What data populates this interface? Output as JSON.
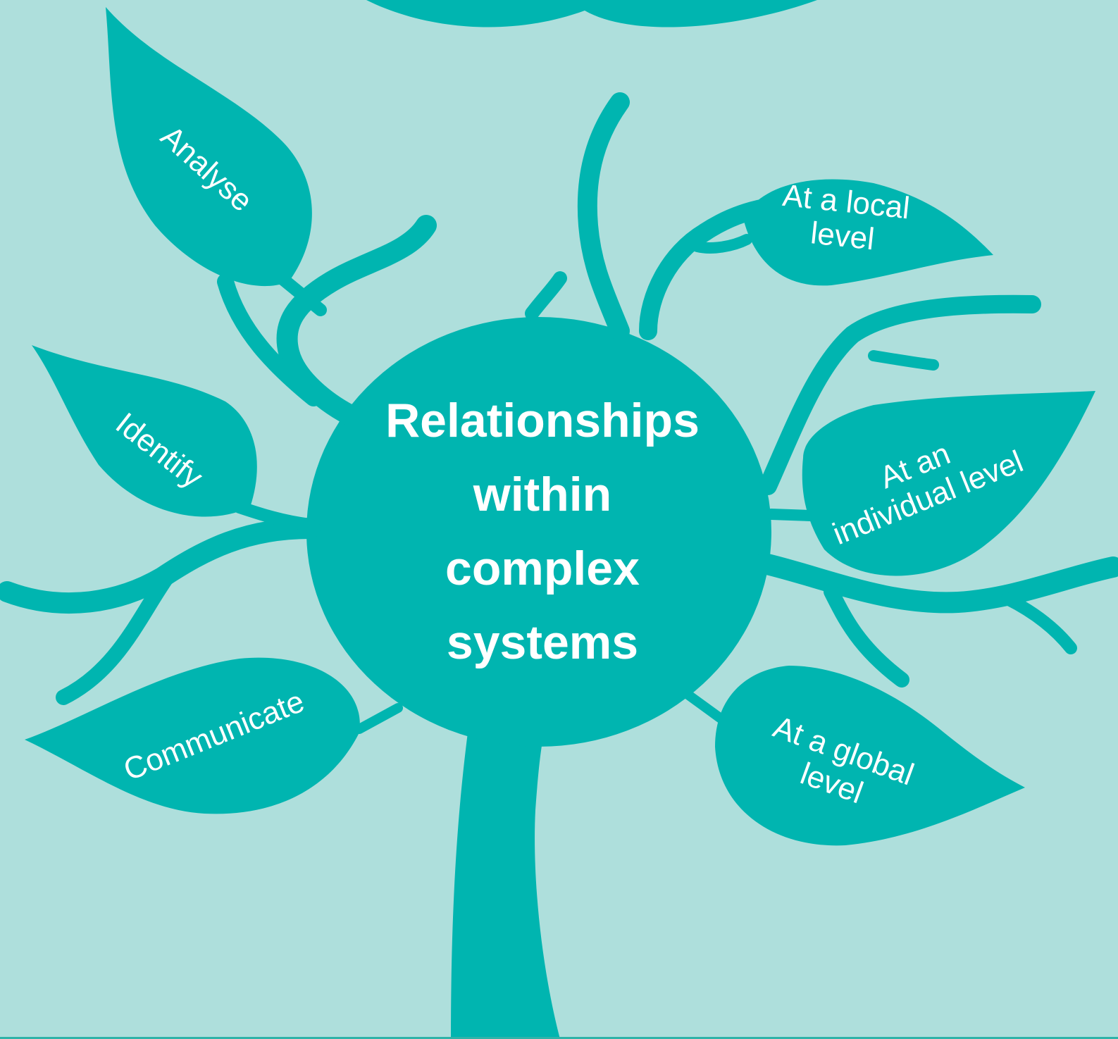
{
  "center": {
    "title_lines": [
      "Relationships",
      "within",
      "complex",
      "systems"
    ]
  },
  "leaves": {
    "analyse": "Analyse",
    "identify": "Identify",
    "communicate": "Communicate",
    "local": [
      "At a local",
      "level"
    ],
    "individual": [
      "At an",
      "individual level"
    ],
    "global": [
      "At a global",
      "level"
    ]
  },
  "colors": {
    "background": "#aedfdc",
    "tree": "#00b5b0",
    "text": "#ffffff"
  }
}
